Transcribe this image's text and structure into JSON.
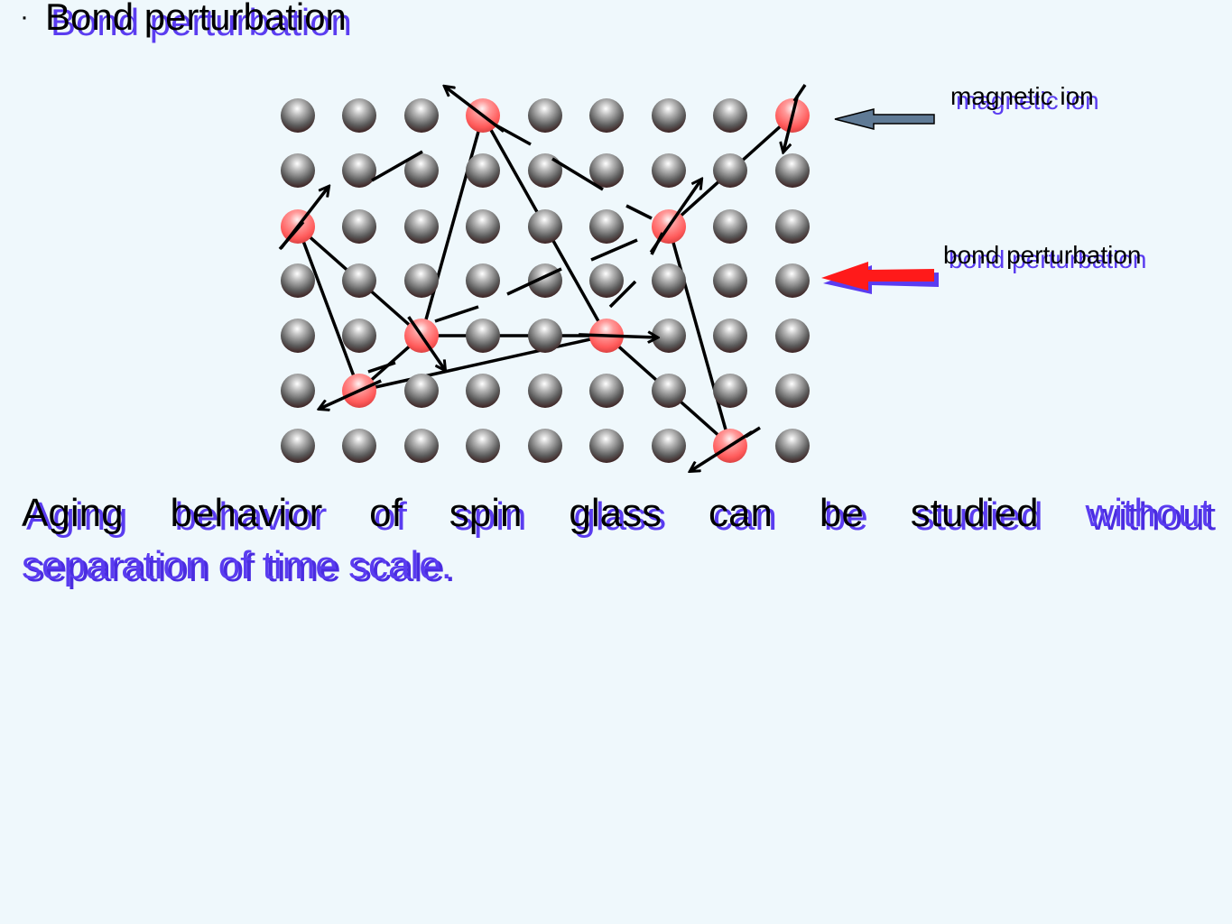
{
  "title": "Bond perturbation",
  "labels": {
    "magnetic_ion": "magnetic ion",
    "bond_perturbation": "bond perturbation"
  },
  "caption": {
    "line1_plain": [
      "Aging",
      "behavior",
      "of",
      "spin",
      "glass",
      "can",
      "be",
      "studied"
    ],
    "line1_highlight": "without",
    "line2": "separation of time scale."
  },
  "colors": {
    "background": "#eff8fc",
    "shadow_text": "#5a3cf0",
    "lattice_ion": "#6e6e6e",
    "magnetic_ion": "#ff6b6b",
    "ion_arrow": "#5f7a95",
    "bond_arrow": "#ff1a1a"
  },
  "icons": {
    "magnetic_ion_pointer": "left-arrow-icon",
    "bond_pointer": "left-arrow-icon"
  }
}
